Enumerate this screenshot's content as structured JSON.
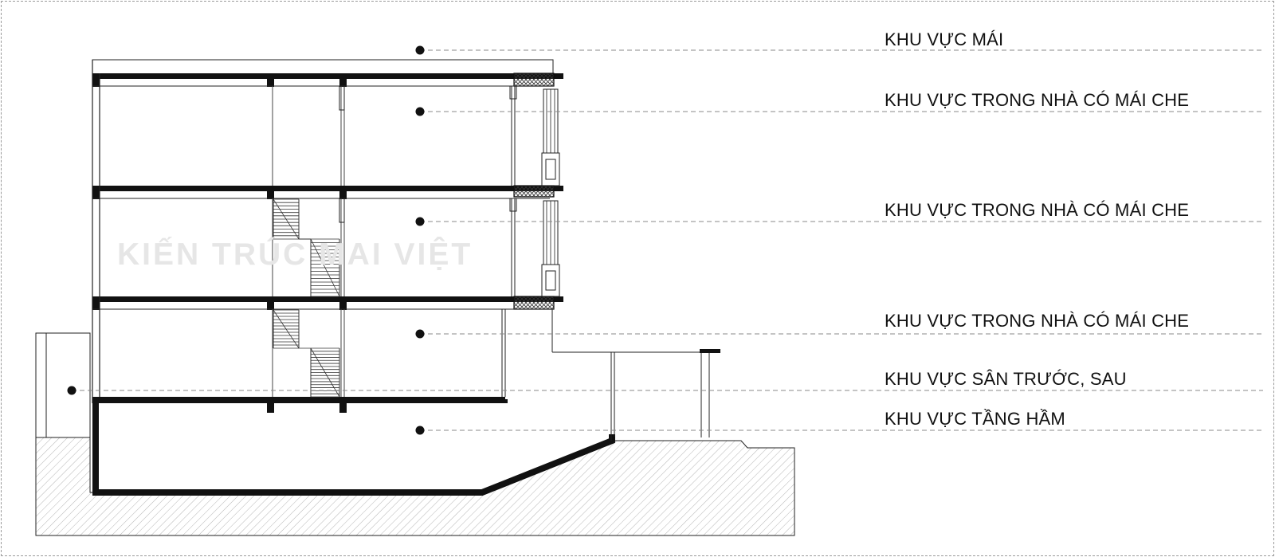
{
  "watermark": "KIẾN TRÚC MAI VIỆT",
  "zones": {
    "roof": "KHU VỰC MÁI",
    "floor3": "KHU VỰC TRONG NHÀ CÓ MÁI CHE",
    "floor2": "KHU VỰC TRONG NHÀ CÓ MÁI CHE",
    "floor1": "KHU VỰC TRONG NHÀ CÓ MÁI CHE",
    "yard": "KHU VỰC SÂN TRƯỚC, SAU",
    "basement": "KHU VỰC TẦNG HẦM"
  },
  "colors": {
    "line": "#111111",
    "guide": "#888888",
    "hatch": "#bdbdbd",
    "watermark": "#e6e6e6"
  }
}
